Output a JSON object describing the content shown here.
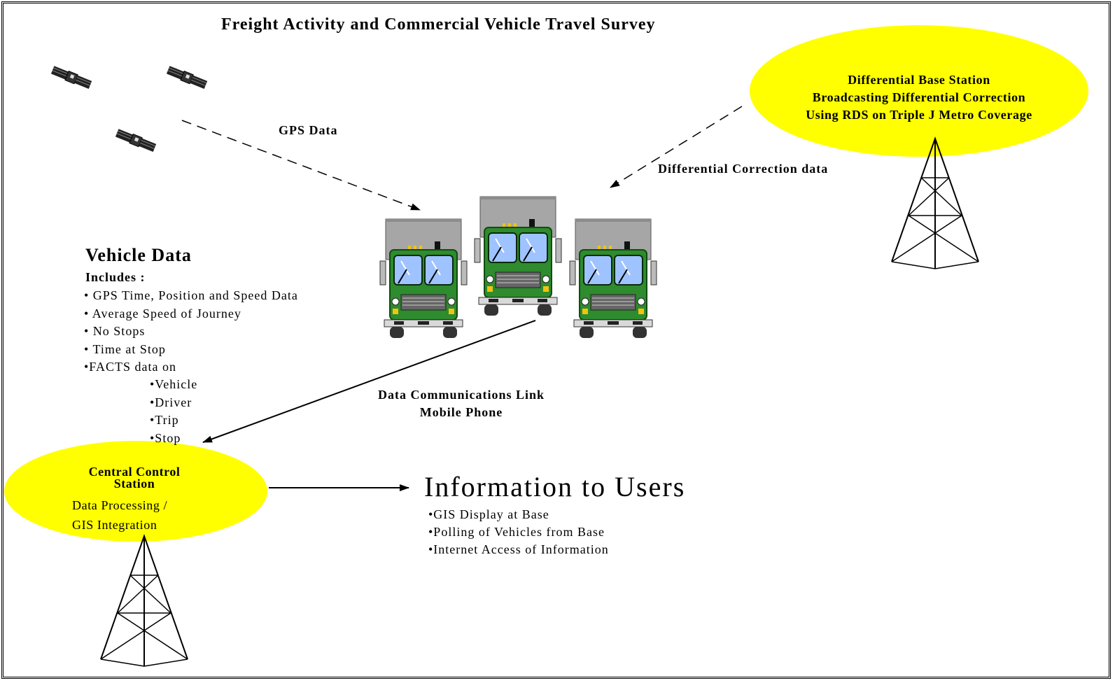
{
  "title": "Freight Activity and Commercial Vehicle Travel Survey",
  "gps_label": "GPS Data",
  "differential_label": "Differential Correction data",
  "comm_link": {
    "line1": "Data Communications Link",
    "line2": "Mobile Phone"
  },
  "base_station": {
    "line1": "Differential Base Station",
    "line2": "Broadcasting Differential Correction",
    "line3": "Using RDS on Triple J Metro Coverage"
  },
  "vehicle_data": {
    "heading": "Vehicle Data",
    "subheading": "Includes :",
    "items": [
      "• GPS Time, Position and Speed Data",
      "• Average Speed of Journey",
      "• No Stops",
      "• Time at Stop",
      "•FACTS data on"
    ],
    "sub_items": [
      "•Vehicle",
      "•Driver",
      "•Trip",
      "•Stop"
    ]
  },
  "central_station": {
    "title_line1": "Central Control",
    "title_line2": "Station",
    "body_line1": "Data Processing /",
    "body_line2": "GIS Integration"
  },
  "info_users": {
    "heading": "Information to Users",
    "items": [
      "•GIS Display at Base",
      "•Polling of Vehicles from Base",
      "•Internet Access of Information"
    ]
  },
  "colors": {
    "ellipse_fill": "#ffff00",
    "truck_cab": "#2e8b2e",
    "truck_box": "#a6a6a6",
    "windshield": "#9ec3ff"
  },
  "icons": [
    "satellite-icon",
    "truck-icon",
    "radio-tower-icon"
  ]
}
